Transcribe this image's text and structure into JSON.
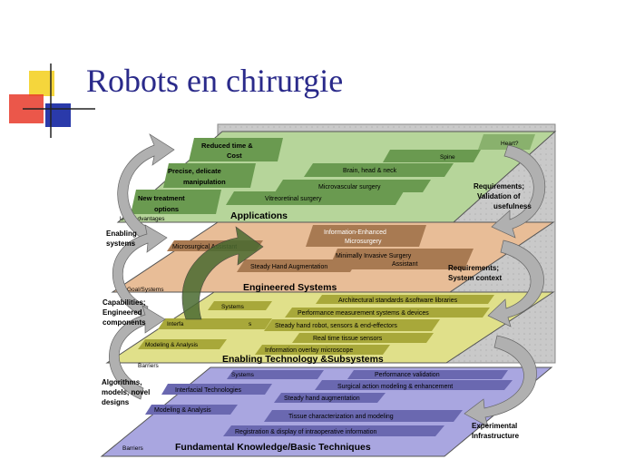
{
  "title": "Robots en chirurgie",
  "layers": {
    "applications": {
      "name": "Applications",
      "color": "#b6d59a",
      "items": [
        "Heart?",
        "Spine",
        "Brain, head & neck",
        "Microvascular surgery",
        "Vitreoretinal surgery"
      ],
      "benefits": [
        [
          "Reduced time &",
          "Cost"
        ],
        [
          "Precise, delicate",
          "manipulation"
        ],
        [
          "New treatment",
          "options"
        ]
      ],
      "user_advantages": "User Advantages"
    },
    "engineered": {
      "name": "Engineered Systems",
      "color": "#e8bd97",
      "items": [
        [
          "Information-Enhanced",
          "Microsurgery"
        ],
        [
          "Microsurgical Assistant"
        ],
        [
          "Minimally Invasive Surgery",
          "Assistant"
        ],
        [
          "Steady Hand Augmentation"
        ]
      ],
      "goal": "Goal/Systems"
    },
    "enabling": {
      "name": "Enabling Technology &Subsystems",
      "color": "#e0e08a",
      "items": [
        "Architectural standards &software libraries",
        "Systems",
        "Performance measurement systems & devices",
        "Interfa",
        "s",
        "Steady hand robot, sensors & end-effectors",
        "Modeling & Analysis",
        "Real time tissue sensors",
        "Information overlay microscope"
      ],
      "barriers": "Barriers"
    },
    "fundamental": {
      "name": "Fundamental Knowledge/Basic Techniques",
      "color": "#a9a6e0",
      "items": [
        "Systems",
        "Performance validation",
        "Interfacial Technologies",
        "Surgical action modeling & enhancement",
        "Steady hand augmentation",
        "Modeling & Analysis",
        "Tissue characterization and modeling",
        "Registration & display of intraoperative information"
      ],
      "barriers": "Barriers"
    }
  },
  "side_labels": {
    "enabling_systems": [
      "Enabling",
      "systems"
    ],
    "capabilities": [
      "Capabilities;",
      "Engineered",
      "components"
    ],
    "algorithms": [
      "Algorithms,",
      "models, novel",
      "designs"
    ],
    "req_validation": [
      "Requirements;",
      "Validation of",
      "usefulness"
    ],
    "req_context": [
      "Requirements;",
      "System context"
    ],
    "experimental": [
      "Experimental",
      "Infrastructure"
    ]
  },
  "colors": {
    "title": "#2a2a8a",
    "logo_yellow": "#f5d63c",
    "logo_red": "#e83a2a",
    "logo_blue": "#2a3aaa",
    "arrow": "#b0b0b0",
    "box_green": "#6a9a50",
    "box_brown": "#a87a52",
    "box_olive": "#a8a83a",
    "box_purple": "#6a68b0"
  }
}
